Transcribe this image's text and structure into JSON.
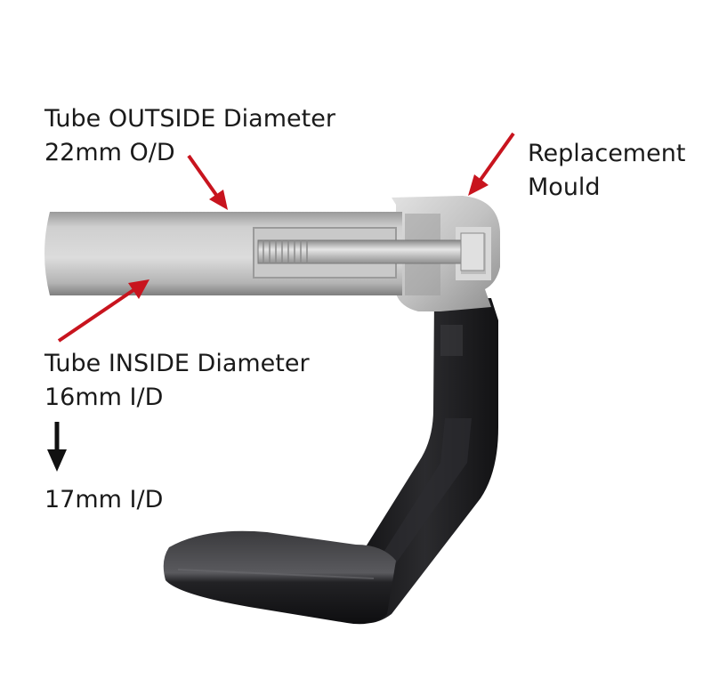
{
  "labels": {
    "outside": {
      "line1": "Tube OUTSIDE Diameter",
      "line2": "22mm O/D"
    },
    "mould": {
      "line1": "Replacement",
      "line2": "Mould"
    },
    "inside": {
      "line1": "Tube INSIDE Diameter",
      "line2": "16mm I/D"
    },
    "alt_inside": {
      "line1": "17mm I/D"
    }
  },
  "colors": {
    "arrow": "#c8141e",
    "down_arrow": "#111111",
    "tube_light": "#d8d8d8",
    "tube_dark": "#8c8c8c",
    "mould": "#bfbfbf",
    "lever": "#1c1c1e",
    "text": "#1a1a1a"
  }
}
